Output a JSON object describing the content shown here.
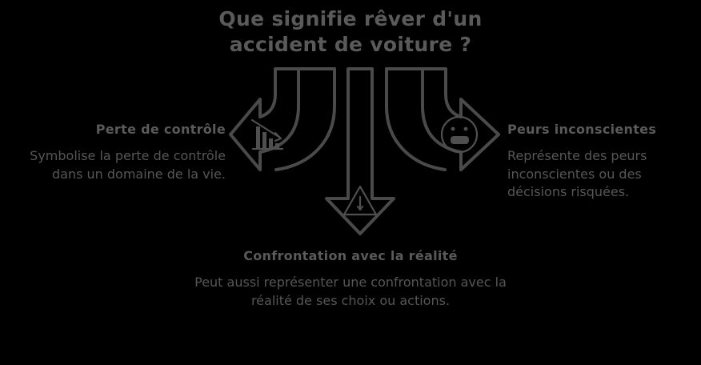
{
  "meta": {
    "background_color": "#000000",
    "stroke_color": "#4a4a4a",
    "text_color": "#5a5a5a"
  },
  "title": "Que signifie rêver d'un accident de voiture ?",
  "branches": {
    "left": {
      "heading": "Perte de contrôle",
      "description": "Symbolise la perte de contrôle dans un domaine de la vie.",
      "icon": "declining-bar-chart-icon",
      "arrow": "curved-arrow-left"
    },
    "right": {
      "heading": "Peurs inconscientes",
      "description": "Représente des peurs inconscientes ou des décisions risquées.",
      "icon": "worried-face-icon",
      "arrow": "curved-arrow-right"
    },
    "bottom": {
      "heading": "Confrontation avec la réalité",
      "description": "Peut aussi représenter une confrontation avec la réalité de ses choix ou actions.",
      "icon": "warning-triangle-icon",
      "arrow": "straight-arrow-down"
    }
  }
}
